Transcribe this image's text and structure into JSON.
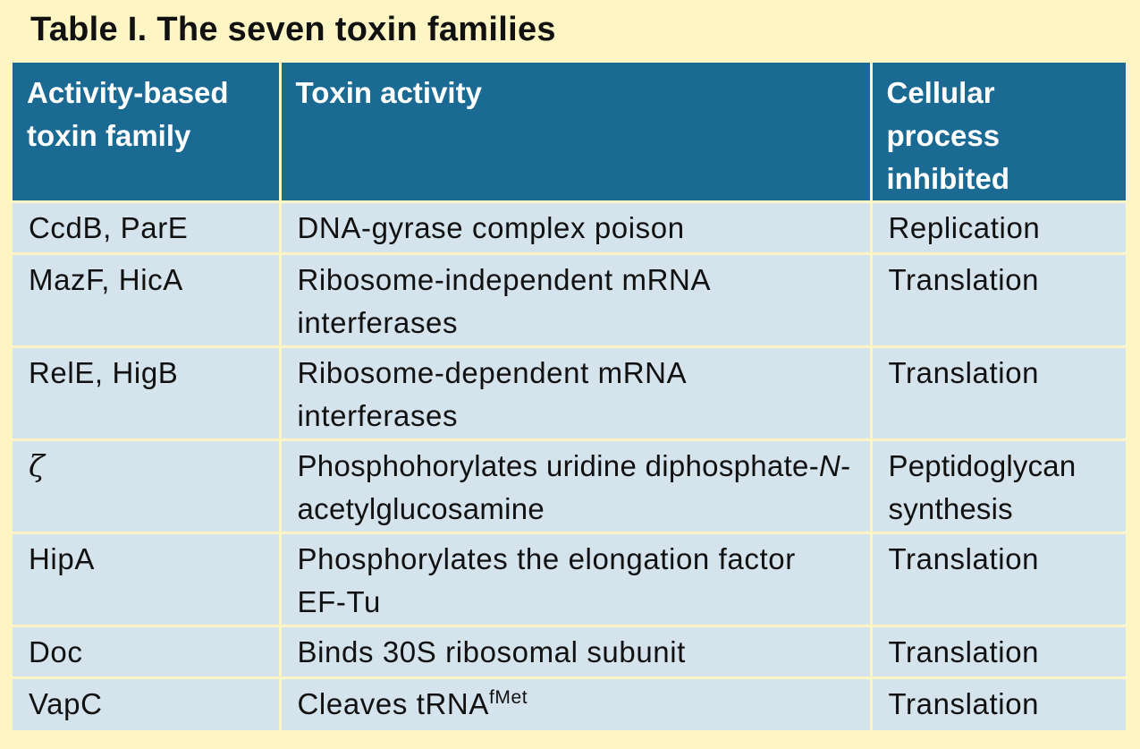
{
  "title": "Table I. The seven toxin families",
  "headers": [
    "Activity-based toxin family",
    "Toxin activity",
    "Cellular process inhibited"
  ],
  "rows": [
    {
      "family": "CcdB, ParE",
      "activity": "DNA-gyrase complex poison",
      "process": "Replication"
    },
    {
      "family": "MazF, HicA",
      "activity": "Ribosome-independent mRNA interferases",
      "process": "Translation"
    },
    {
      "family": "RelE, HigB",
      "activity": "Ribosome-dependent mRNA interferases",
      "process": "Translation"
    },
    {
      "family": "ζ",
      "activity_pre": "Phosphohorylates uridine diphosphate-",
      "activity_italic": "N",
      "activity_post": "-acetylglucosamine",
      "process": "Peptidoglycan synthesis"
    },
    {
      "family": "HipA",
      "activity": "Phosphorylates the elongation factor EF-Tu",
      "process": "Translation"
    },
    {
      "family": "Doc",
      "activity": "Binds 30S ribosomal subunit",
      "process": "Translation"
    },
    {
      "family": "VapC",
      "activity_base": "Cleaves tRNA",
      "activity_sup": "fMet",
      "process": "Translation"
    }
  ]
}
